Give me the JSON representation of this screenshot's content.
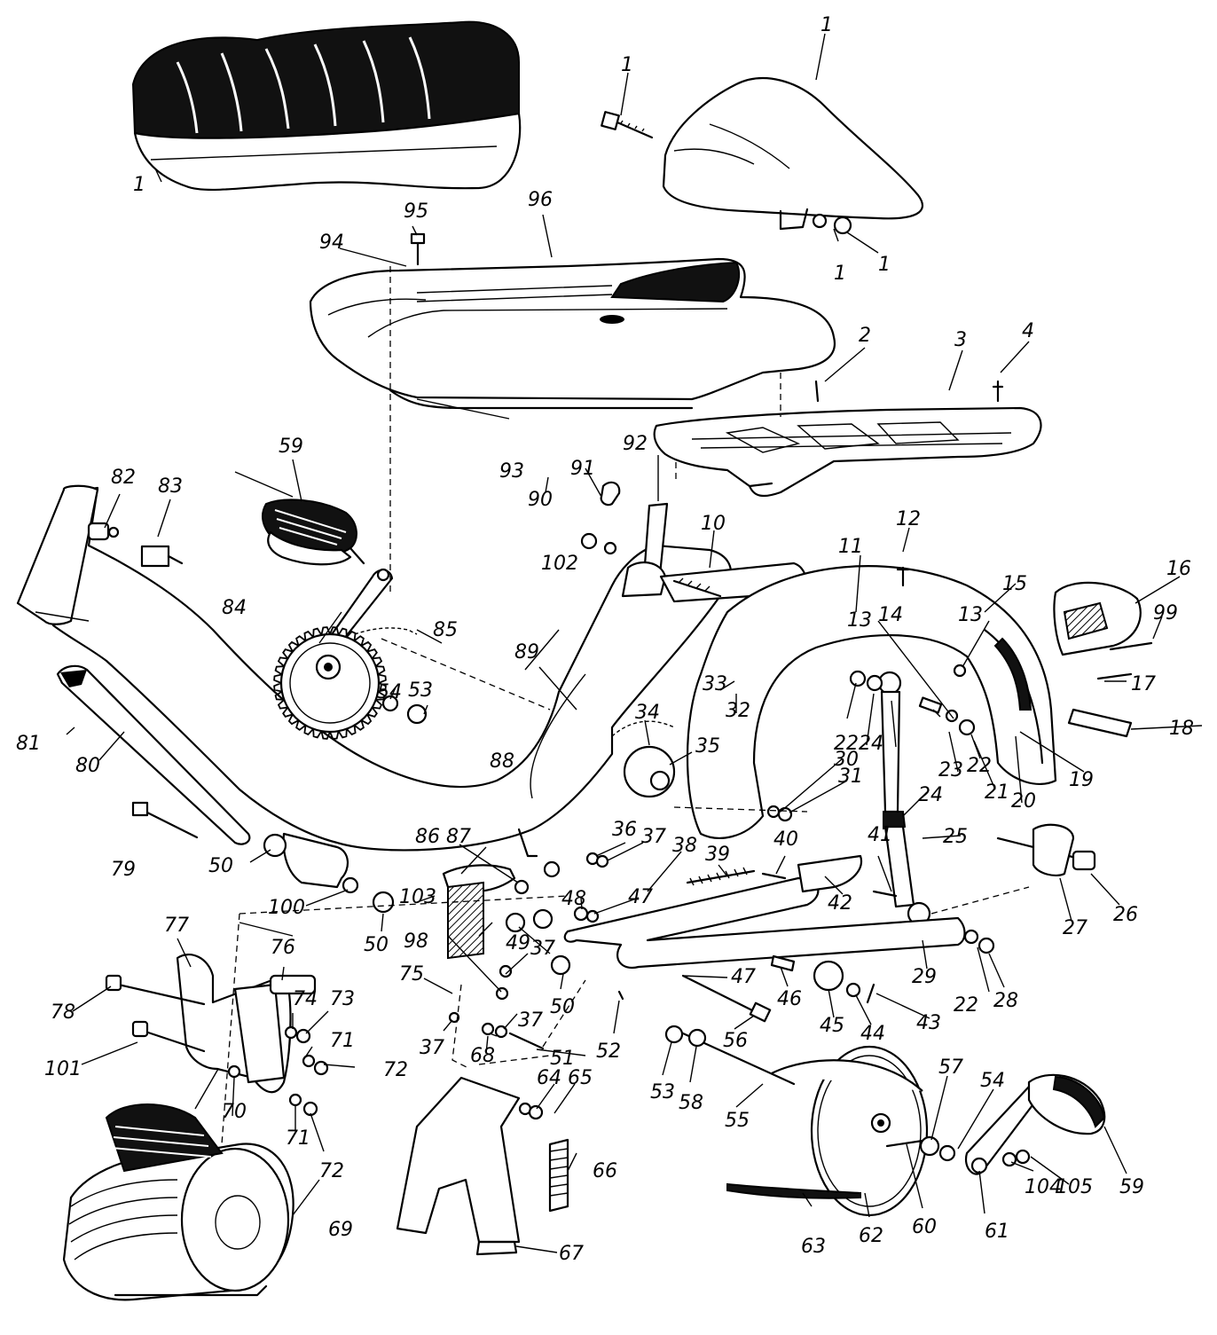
{
  "labels": {
    "l1a": "1",
    "l1b": "1",
    "l1c": "1",
    "l1d": "1",
    "l1e": "1",
    "l2": "2",
    "l3": "3",
    "l4": "4",
    "l10": "10",
    "l11": "11",
    "l12": "12",
    "l13": "13",
    "l14": "14",
    "l15": "15",
    "l16": "16",
    "l17": "17",
    "l18": "18",
    "l19": "19",
    "l20": "20",
    "l21": "21",
    "l22a": "22",
    "l22b": "22",
    "l22c": "22",
    "l23": "23",
    "l24a": "24",
    "l24b": "24",
    "l25": "25",
    "l26": "26",
    "l27": "27",
    "l28": "28",
    "l29": "29",
    "l30": "30",
    "l31": "31",
    "l32": "32",
    "l33": "33",
    "l34": "34",
    "l35": "35",
    "l36": "36",
    "l37a": "37",
    "l37b": "37",
    "l37c": "37",
    "l37d": "37",
    "l38": "38",
    "l39": "39",
    "l40": "40",
    "l41": "41",
    "l42": "42",
    "l43": "43",
    "l44": "44",
    "l45": "45",
    "l46": "46",
    "l47a": "47",
    "l47b": "47",
    "l48": "48",
    "l49": "49",
    "l50a": "50",
    "l50b": "50",
    "l50c": "50",
    "l51": "51",
    "l52": "52",
    "l53a": "53",
    "l53b": "53",
    "l54a": "54",
    "l54b": "54",
    "l55": "55",
    "l56": "56",
    "l57": "57",
    "l58": "58",
    "l59a": "59",
    "l59b": "59",
    "l60": "60",
    "l61": "61",
    "l62": "62",
    "l63": "63",
    "l64": "64",
    "l65": "65",
    "l66": "66",
    "l67": "67",
    "l68": "68",
    "l69": "69",
    "l70": "70",
    "l71a": "71",
    "l71b": "71",
    "l72a": "72",
    "l72b": "72",
    "l73": "73",
    "l74": "74",
    "l75": "75",
    "l76": "76",
    "l77": "77",
    "l78": "78",
    "l79": "79",
    "l80": "80",
    "l81": "81",
    "l82": "82",
    "l83": "83",
    "l84": "84",
    "l85": "85",
    "l86": "86",
    "l87": "87",
    "l88": "88",
    "l89": "89",
    "l90": "90",
    "l91": "91",
    "l92": "92",
    "l93": "93",
    "l94": "94",
    "l95": "95",
    "l96": "96",
    "l98": "98",
    "l99": "99",
    "l100": "100",
    "l101": "101",
    "l102": "102",
    "l103": "103",
    "l104": "104",
    "l105": "105"
  }
}
